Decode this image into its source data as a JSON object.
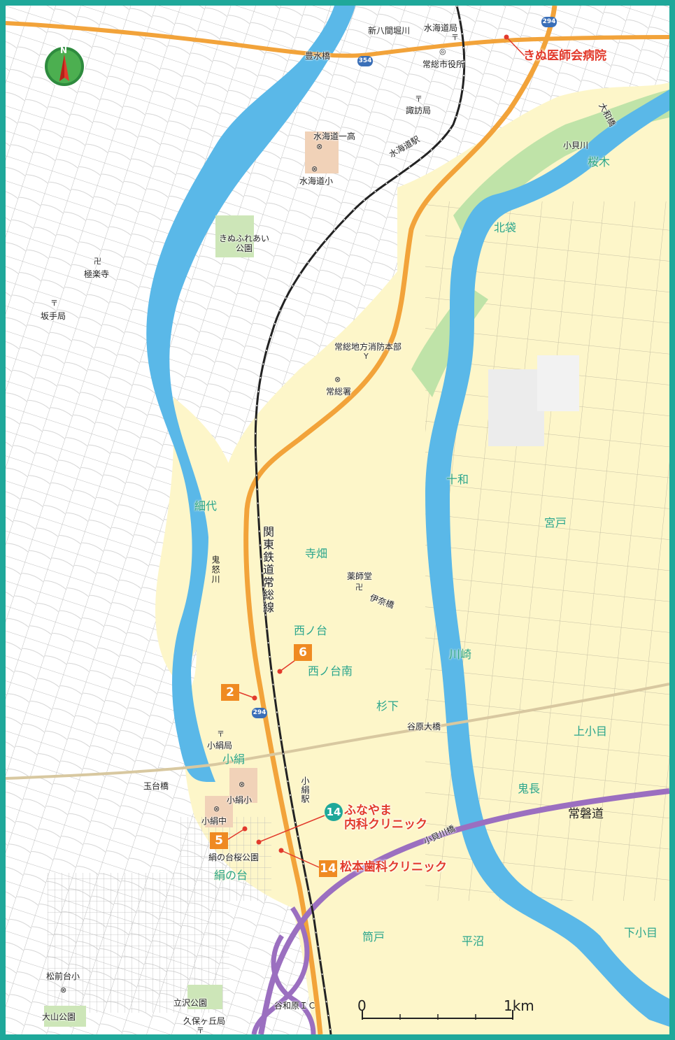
{
  "compass": {
    "north_label": "N"
  },
  "labels": {
    "shin_hachikenbori": "新八間堀川",
    "suikaido_post": "水海道局",
    "joso_city_hall": "常総市役所",
    "suwa_post": "諏訪局",
    "toyomizu_bridge": "豊水橋",
    "suikaido_ichi_high": "水海道一高",
    "suikaido_elem": "水海道小",
    "suikaido_station": "水海道駅",
    "kinu_fureai_park": "きぬふれあい\n公園",
    "gokuraku_temple": "極楽寺",
    "sakate_post": "坂手局",
    "joso_fire_hq": "常総地方消防本部",
    "joso_police": "常総署",
    "yakushido": "薬師堂",
    "ina_bridge": "伊奈橋",
    "kokinu_post": "小絹局",
    "kokinu_station": "小絹駅",
    "tamadai_bridge": "玉台橋",
    "kokinu_elem": "小絹小",
    "kokinu_jhs": "小絹中",
    "kinunodai_sakura_park": "絹の台桜公園",
    "yawarahara_bridge": "谷原大橋",
    "kokai_river_bridge": "小貝川橋",
    "yamato_bridge": "大和橋",
    "kokai_river": "小貝川",
    "matsumaedai_elem": "松前台小",
    "oyama_park": "大山公園",
    "tachizawa_park": "立沢公園",
    "kubogaoka_post": "久保ヶ丘局",
    "yawarahara_ic": "谷和原ＩＣ",
    "kinugawa": "鬼怒川",
    "kanto_railway": "関東鉄道常総線",
    "joban_expressway": "常磐道"
  },
  "areas": {
    "sakuragi": "桜木",
    "kitafukuro": "北袋",
    "towa": "十和",
    "miyado": "宮戸",
    "hososhiro": "細代",
    "terabatake": "寺畑",
    "nishinodai": "西ノ台",
    "nishinodai_minami": "西ノ台南",
    "kawasaki": "川崎",
    "sugishita": "杉下",
    "kamikoyume": "上小目",
    "kokinu": "小絹",
    "onicho": "鬼長",
    "kinunodai": "絹の台",
    "tsutsudo": "筒戸",
    "hiranuma": "平沼",
    "shimokoyume": "下小目"
  },
  "route_shields": [
    "354",
    "294",
    "294"
  ],
  "markers": {
    "kinu_hospital": "きぬ医師会病院",
    "m2": "2",
    "m5": "5",
    "m6": "6",
    "m14a": "14",
    "m14b": "14",
    "funayama_clinic": "ふなやま\n内科クリニック",
    "matsumoto_dental": "松本歯科クリニック"
  },
  "scale": {
    "zero": "0",
    "one": "1km"
  },
  "colors": {
    "frame": "#1fa89a",
    "river": "#5ab8e8",
    "land_highlight": "#fdf6c9",
    "road_orange": "#f2a33a",
    "expressway": "#9b6fc0",
    "rail": "#222222",
    "marker_orange": "#ef8a22",
    "marker_teal": "#1fa89a",
    "text_red": "#e23a2c"
  }
}
